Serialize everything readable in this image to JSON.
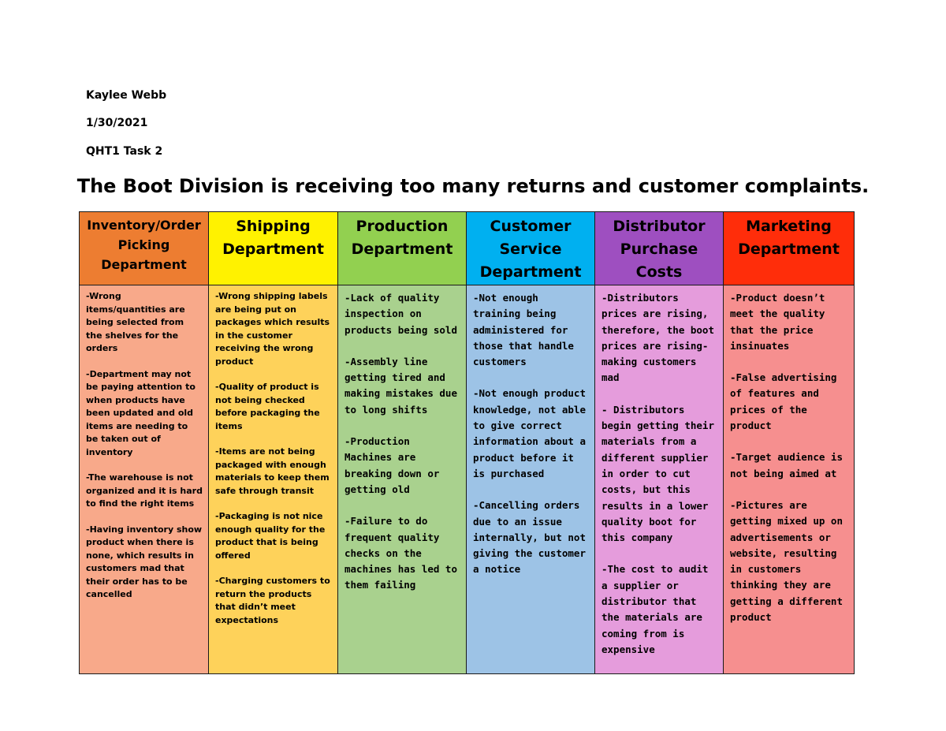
{
  "header": {
    "author": "Kaylee Webb",
    "date": "1/30/2021",
    "course": "QHT1 Task 2"
  },
  "title": "The Boot Division is receiving too many returns and customer complaints.",
  "table": {
    "columns": [
      {
        "heading": "Inventory/Order Picking Department",
        "header_color": "#ED7D31",
        "body_color": "#F8A98A",
        "items": [
          "-Wrong items/quantities are being selected from the shelves for the orders",
          "-Department may not be paying attention to when products have been updated and old items are needing to be taken out of inventory",
          "-The warehouse is not organized and it is hard to find the right items",
          "-Having inventory show product when there is none, which results in customers mad that their order has to be cancelled"
        ]
      },
      {
        "heading": "Shipping Department",
        "header_color": "#FFF200",
        "body_color": "#FED25A",
        "items": [
          "-Wrong shipping labels are being put on packages which results in the customer receiving the wrong product",
          "-Quality of product is not being checked before packaging the items",
          "-Items are not being packaged with enough materials to keep them safe through transit",
          "-Packaging is not nice enough quality for the product that is being offered",
          "-Charging customers to return the products that didn’t meet expectations"
        ]
      },
      {
        "heading": "Production Department",
        "header_color": "#92D050",
        "body_color": "#A9D18E",
        "items": [
          "-Lack of quality inspection on products being sold",
          "-Assembly line getting tired and making mistakes due to long shifts",
          "-Production Machines are breaking down or getting old",
          "-Failure to do frequent quality checks on the machines has led to them failing"
        ]
      },
      {
        "heading": "Customer Service Department",
        "header_color": "#00B0F0",
        "body_color": "#9DC3E6",
        "items": [
          "-Not enough training being administered for those that handle customers",
          "-Not enough product knowledge, not able to give correct information about a product before it is purchased",
          "-Cancelling orders due to an issue internally, but not giving the customer a notice"
        ]
      },
      {
        "heading": "Distributor Purchase Costs",
        "header_color": "#9E4FC0",
        "body_color": "#E59CDC",
        "items": [
          "-Distributors prices are rising, therefore, the boot prices are rising- making customers mad",
          "- Distributors begin getting their materials from a different supplier in order to cut costs, but this results in a lower quality boot for this company",
          "-The cost to audit a supplier or distributor that the materials are coming from is expensive"
        ]
      },
      {
        "heading": "Marketing Department",
        "header_color": "#FF2D0A",
        "body_color": "#F68F8F",
        "items": [
          "-Product doesn’t meet the quality that the price insinuates",
          "-False advertising of features and prices of the product",
          "-Target audience is not being aimed at",
          "-Pictures are getting mixed up on advertisements or website, resulting in customers thinking they are getting a different product"
        ]
      }
    ]
  }
}
